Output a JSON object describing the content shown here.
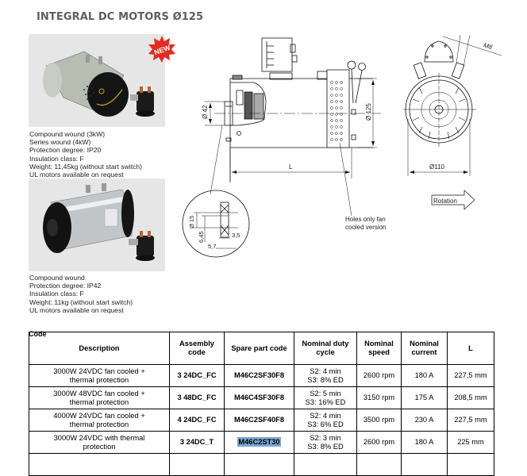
{
  "page": {
    "title": "INTEGRAL DC MOTORS Ø125"
  },
  "products": [
    {
      "badge": "NEW",
      "specs": [
        "Compound wound (3kW)",
        "Series wound (4kW)",
        "Protection degree: IP20",
        "Insulation class: F",
        "Weight: 11,45kg (without start switch)",
        "UL motors available on request"
      ]
    },
    {
      "specs": [
        "Compound wound",
        "Protection degree: IP42",
        "Insulation class: F",
        "Weight: 11kg (without start switch)",
        "UL motors available on request"
      ]
    }
  ],
  "drawing": {
    "dim_shaft": "Ø 42",
    "dim_body": "Ø 125",
    "dim_length": "L",
    "dim_front": "Ø110",
    "dim_thread": "M8",
    "rotation_label": "Rotation",
    "holes_note_line1": "Holes only fan",
    "holes_note_line2": "cooled version",
    "detail_d15": "Ø 15",
    "detail_645": "6,45",
    "detail_35": "3,5",
    "detail_57": "5,7"
  },
  "table": {
    "code_label": "Code",
    "headers": [
      "Description",
      "Assembly code",
      "Spare part code",
      "Nominal duty cycle",
      "Nominal speed",
      "Nominal current",
      "L"
    ],
    "rows": [
      {
        "desc1": "3000W 24VDC fan cooled +",
        "desc2": "thermal protection",
        "assembly": "3 24DC_FC",
        "spare": "M46C2SF30F8",
        "duty1": "S2: 4 min",
        "duty2": "S3: 8% ED",
        "speed": "2600 rpm",
        "current": "180 A",
        "L": "227,5 mm"
      },
      {
        "desc1": "3000W 48VDC fan cooled +",
        "desc2": "thermal protection",
        "assembly": "3 48DC_FC",
        "spare": "M46C4SF30F8",
        "duty1": "S2: 5 min",
        "duty2": "S3: 16% ED",
        "speed": "3150 rpm",
        "current": "175 A",
        "L": "208,5 mm"
      },
      {
        "desc1": "4000W 24VDC fan cooled +",
        "desc2": "thermal protection",
        "assembly": "4 24DC_FC",
        "spare": "M46C2SF40F8",
        "duty1": "S2: 4 min",
        "duty2": "S3: 6% ED",
        "speed": "3500 rpm",
        "current": "230 A",
        "L": "227,5 mm"
      },
      {
        "desc1": "3000W 24VDC with thermal",
        "desc2": "protection",
        "assembly": "3 24DC_T",
        "spare": "M46C2ST30",
        "duty1": "S2: 3 min",
        "duty2": "S3: 8% ED",
        "speed": "2600 rpm",
        "current": "180 A",
        "L": "225 mm"
      }
    ]
  },
  "colors": {
    "title": "#5a5f66",
    "badge": "#e52b1f",
    "highlight": "#7aa6d3"
  }
}
